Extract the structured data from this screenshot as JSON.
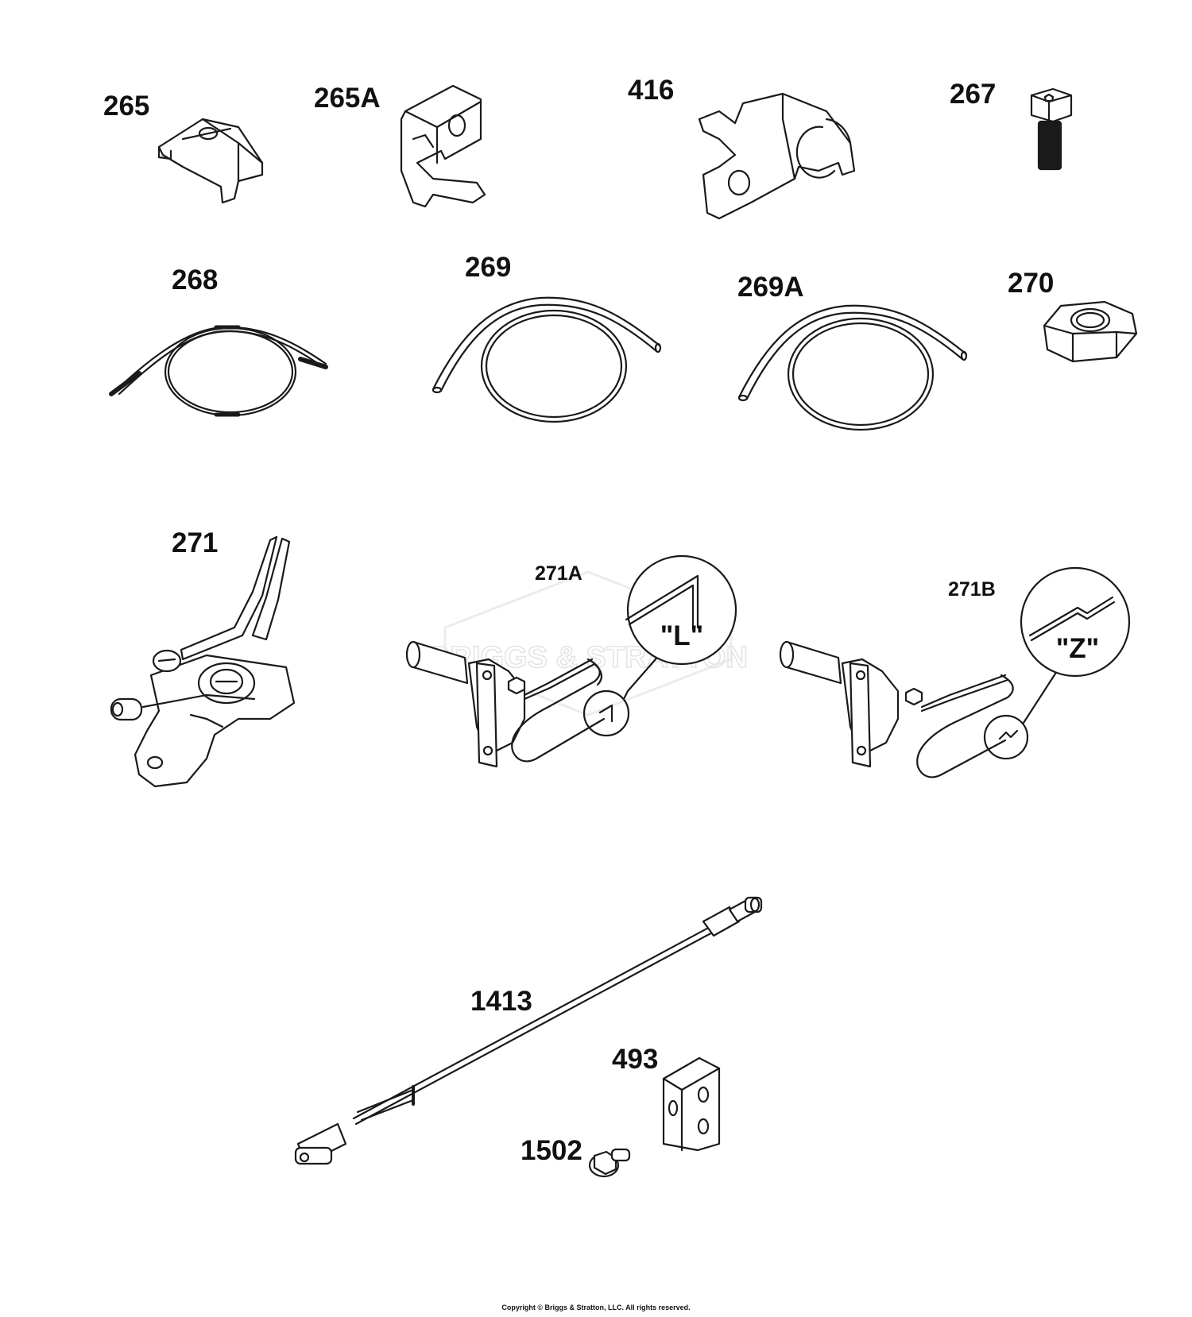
{
  "labels": {
    "p265": "265",
    "p265A": "265A",
    "p416": "416",
    "p267": "267",
    "p268": "268",
    "p269": "269",
    "p269A": "269A",
    "p270": "270",
    "p271": "271",
    "p271A": "271A",
    "p271B": "271B",
    "detail_L": "\"L\"",
    "detail_Z": "\"Z\"",
    "p1413": "1413",
    "p493": "493",
    "p1502": "1502"
  },
  "watermark": "BRIGGS & STRATTON",
  "copyright": "Copyright © Briggs & Stratton, LLC. All rights reserved."
}
